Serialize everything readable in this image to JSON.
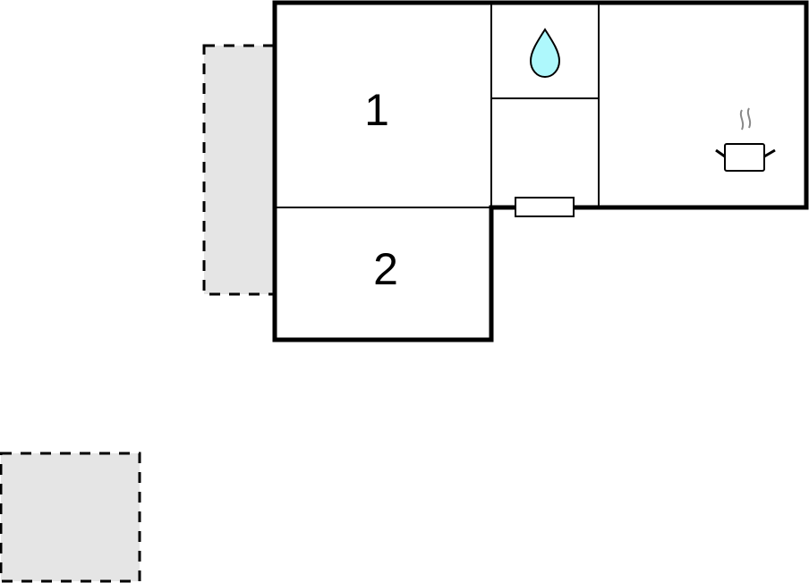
{
  "floorplan": {
    "rooms": [
      {
        "id": "room-1",
        "label": "1",
        "type": "bedroom"
      },
      {
        "id": "room-2",
        "label": "2",
        "type": "bedroom"
      },
      {
        "id": "bathroom",
        "label": "",
        "icon": "water-drop-icon"
      },
      {
        "id": "hallway",
        "label": ""
      },
      {
        "id": "kitchen",
        "label": "",
        "icon": "cooking-pot-icon"
      }
    ],
    "outdoor_areas": [
      {
        "id": "terrace-left",
        "style": "dashed",
        "fill": "#e5e5e5"
      },
      {
        "id": "terrace-bottom-left",
        "style": "dashed",
        "fill": "#e5e5e5"
      }
    ],
    "colors": {
      "wall": "#000000",
      "water_drop": "#aef8fc",
      "steam": "#888888",
      "terrace_fill": "#e5e5e5"
    }
  }
}
